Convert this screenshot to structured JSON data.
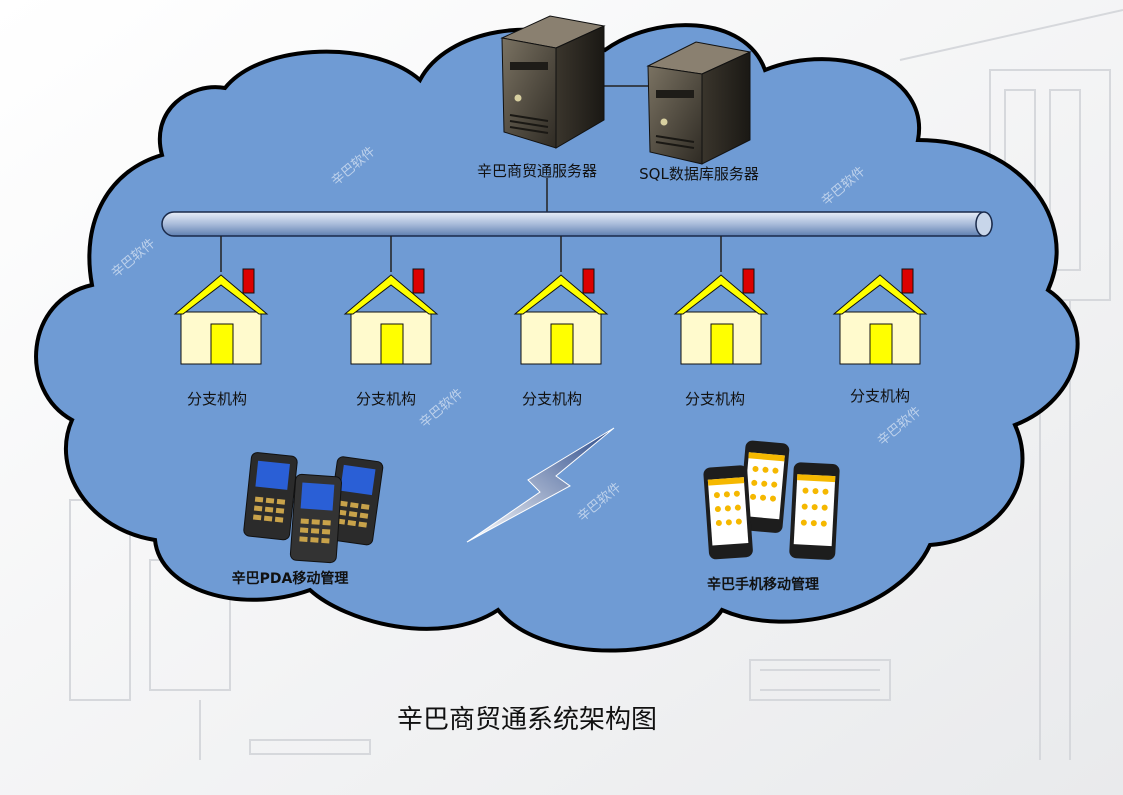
{
  "servers": [
    {
      "label": "辛巴商贸通服务器"
    },
    {
      "label": "SQL数据库服务器"
    }
  ],
  "branches": [
    {
      "label": "分支机构"
    },
    {
      "label": "分支机构"
    },
    {
      "label": "分支机构"
    },
    {
      "label": "分支机构"
    },
    {
      "label": "分支机构"
    }
  ],
  "devices": {
    "pda_label": "辛巴PDA移动管理",
    "phone_label": "辛巴手机移动管理"
  },
  "title": "辛巴商贸通系统架构图",
  "watermark": "辛巴软件",
  "colors": {
    "cloud_fill": "#6f9bd4",
    "house_roof": "#ffff00",
    "house_wall": "#fffacd",
    "door": "#ffff00",
    "chimney": "#dd0000"
  }
}
